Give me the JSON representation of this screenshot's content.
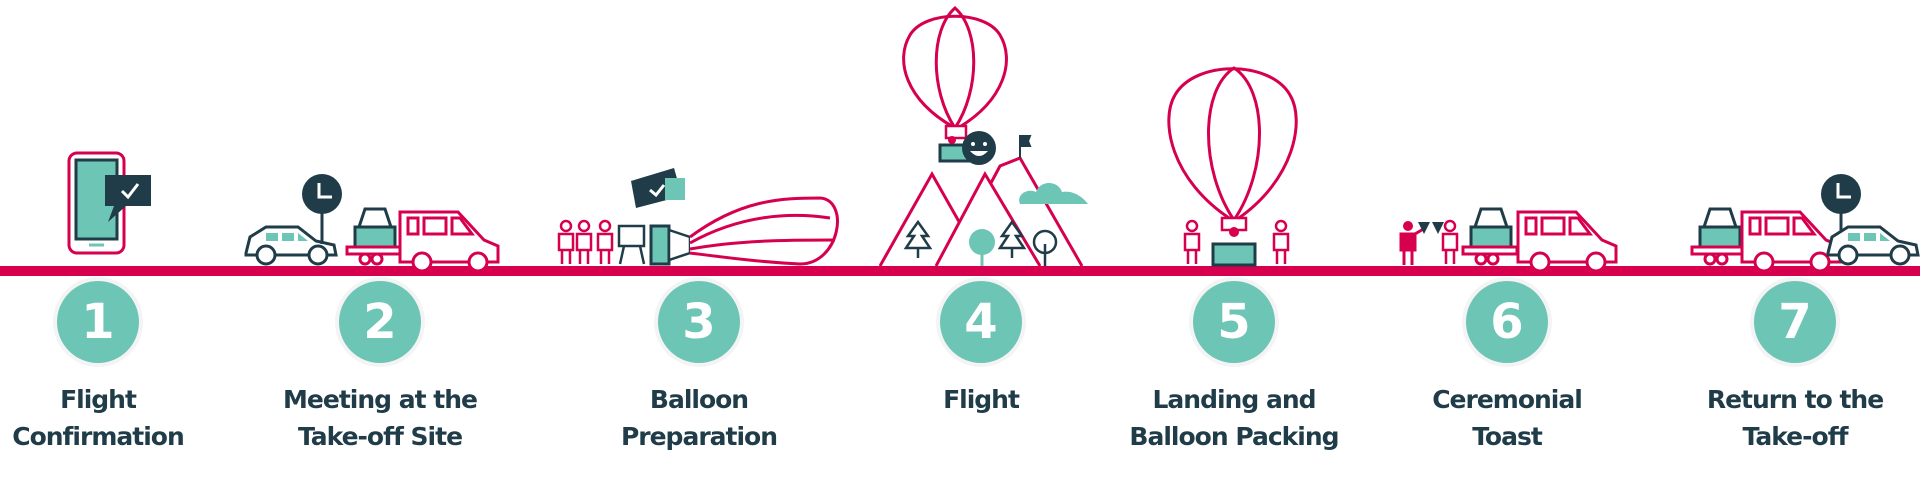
{
  "colors": {
    "accent": "#d6004f",
    "teal": "#6cc5b5",
    "dark": "#1f3c48"
  },
  "steps": [
    {
      "number": "1",
      "line1": "Flight",
      "line2": "Confirmation",
      "icon": "phone-confirmation-icon"
    },
    {
      "number": "2",
      "line1": "Meeting at the",
      "line2": "Take-off Site",
      "icon": "car-van-clock-icon"
    },
    {
      "number": "3",
      "line1": "Balloon",
      "line2": "Preparation",
      "icon": "balloon-inflation-icon"
    },
    {
      "number": "4",
      "line1": "Flight",
      "line2": "",
      "icon": "balloon-mountains-icon"
    },
    {
      "number": "5",
      "line1": "Landing and",
      "line2": "Balloon Packing",
      "icon": "balloon-landing-icon"
    },
    {
      "number": "6",
      "line1": "Ceremonial",
      "line2": "Toast",
      "icon": "toast-van-icon"
    },
    {
      "number": "7",
      "line1": "Return to the",
      "line2": "Take-off",
      "icon": "van-car-clock-icon"
    }
  ]
}
